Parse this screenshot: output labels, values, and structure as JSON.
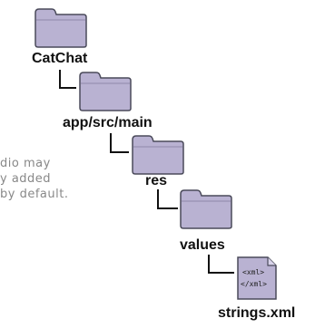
{
  "tree": {
    "nodes": [
      {
        "label": "CatChat",
        "icon": "folder-icon"
      },
      {
        "label": "app/src/main",
        "icon": "folder-icon"
      },
      {
        "label": "res",
        "icon": "folder-icon"
      },
      {
        "label": "values",
        "icon": "folder-icon"
      },
      {
        "label": "strings.xml",
        "icon": "xml-file-icon"
      }
    ]
  },
  "file_icon": {
    "open_tag": "<xml>",
    "close_tag": "</xml>"
  },
  "note": {
    "lines": [
      "dio may",
      "y added",
      "by default."
    ]
  },
  "colors": {
    "folder_fill": "#b9b2d2",
    "folder_stroke": "#4a4a5a",
    "connector": "#111111",
    "note_text": "#888888",
    "label_text": "#111111"
  }
}
